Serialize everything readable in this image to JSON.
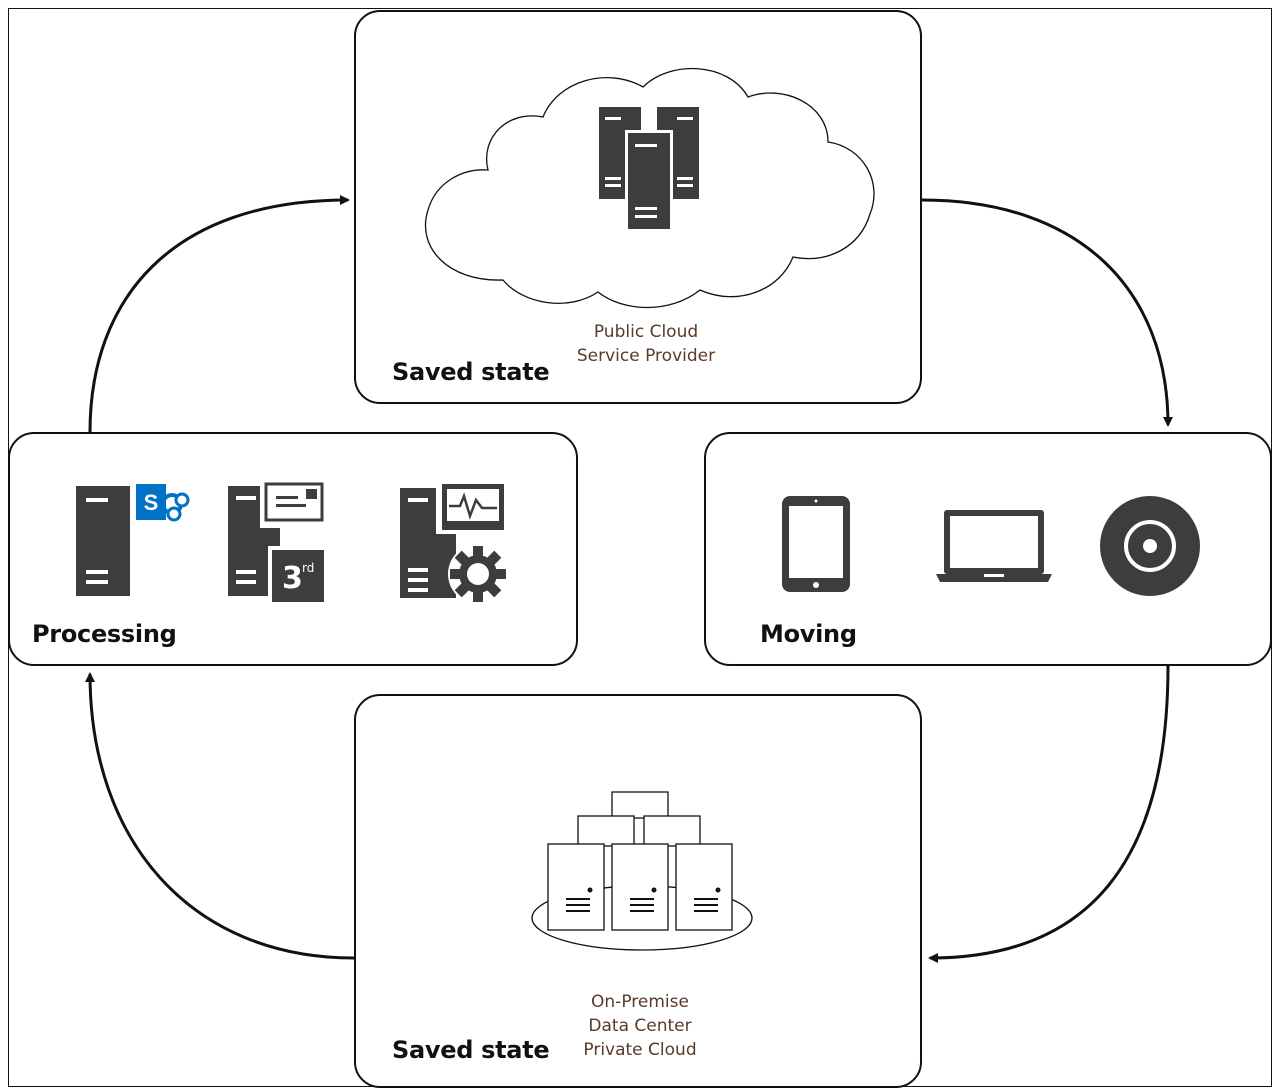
{
  "nodes": {
    "top": {
      "title": "Saved state",
      "caption": [
        "Public Cloud",
        "Service Provider"
      ],
      "icons": [
        "cloud-icon",
        "server-cluster-icon"
      ]
    },
    "left": {
      "title": "Processing",
      "icons": [
        "sharepoint-server-icon",
        "third-party-mail-server-icon",
        "monitoring-config-server-icon"
      ]
    },
    "right": {
      "title": "Moving",
      "icons": [
        "tablet-icon",
        "laptop-icon",
        "optical-disc-icon"
      ]
    },
    "bottom": {
      "title": "Saved state",
      "caption": [
        "On-Premise",
        "Data Center",
        "Private Cloud"
      ],
      "icons": [
        "datacenter-servers-icon"
      ]
    }
  },
  "badges": {
    "sharepoint": "S",
    "third_party": "3",
    "third_party_suffix": "rd"
  },
  "colors": {
    "icon": "#3d3d3d",
    "sharepoint_blue": "#0072c6",
    "caption": "#5a3a28",
    "line": "#111111"
  }
}
